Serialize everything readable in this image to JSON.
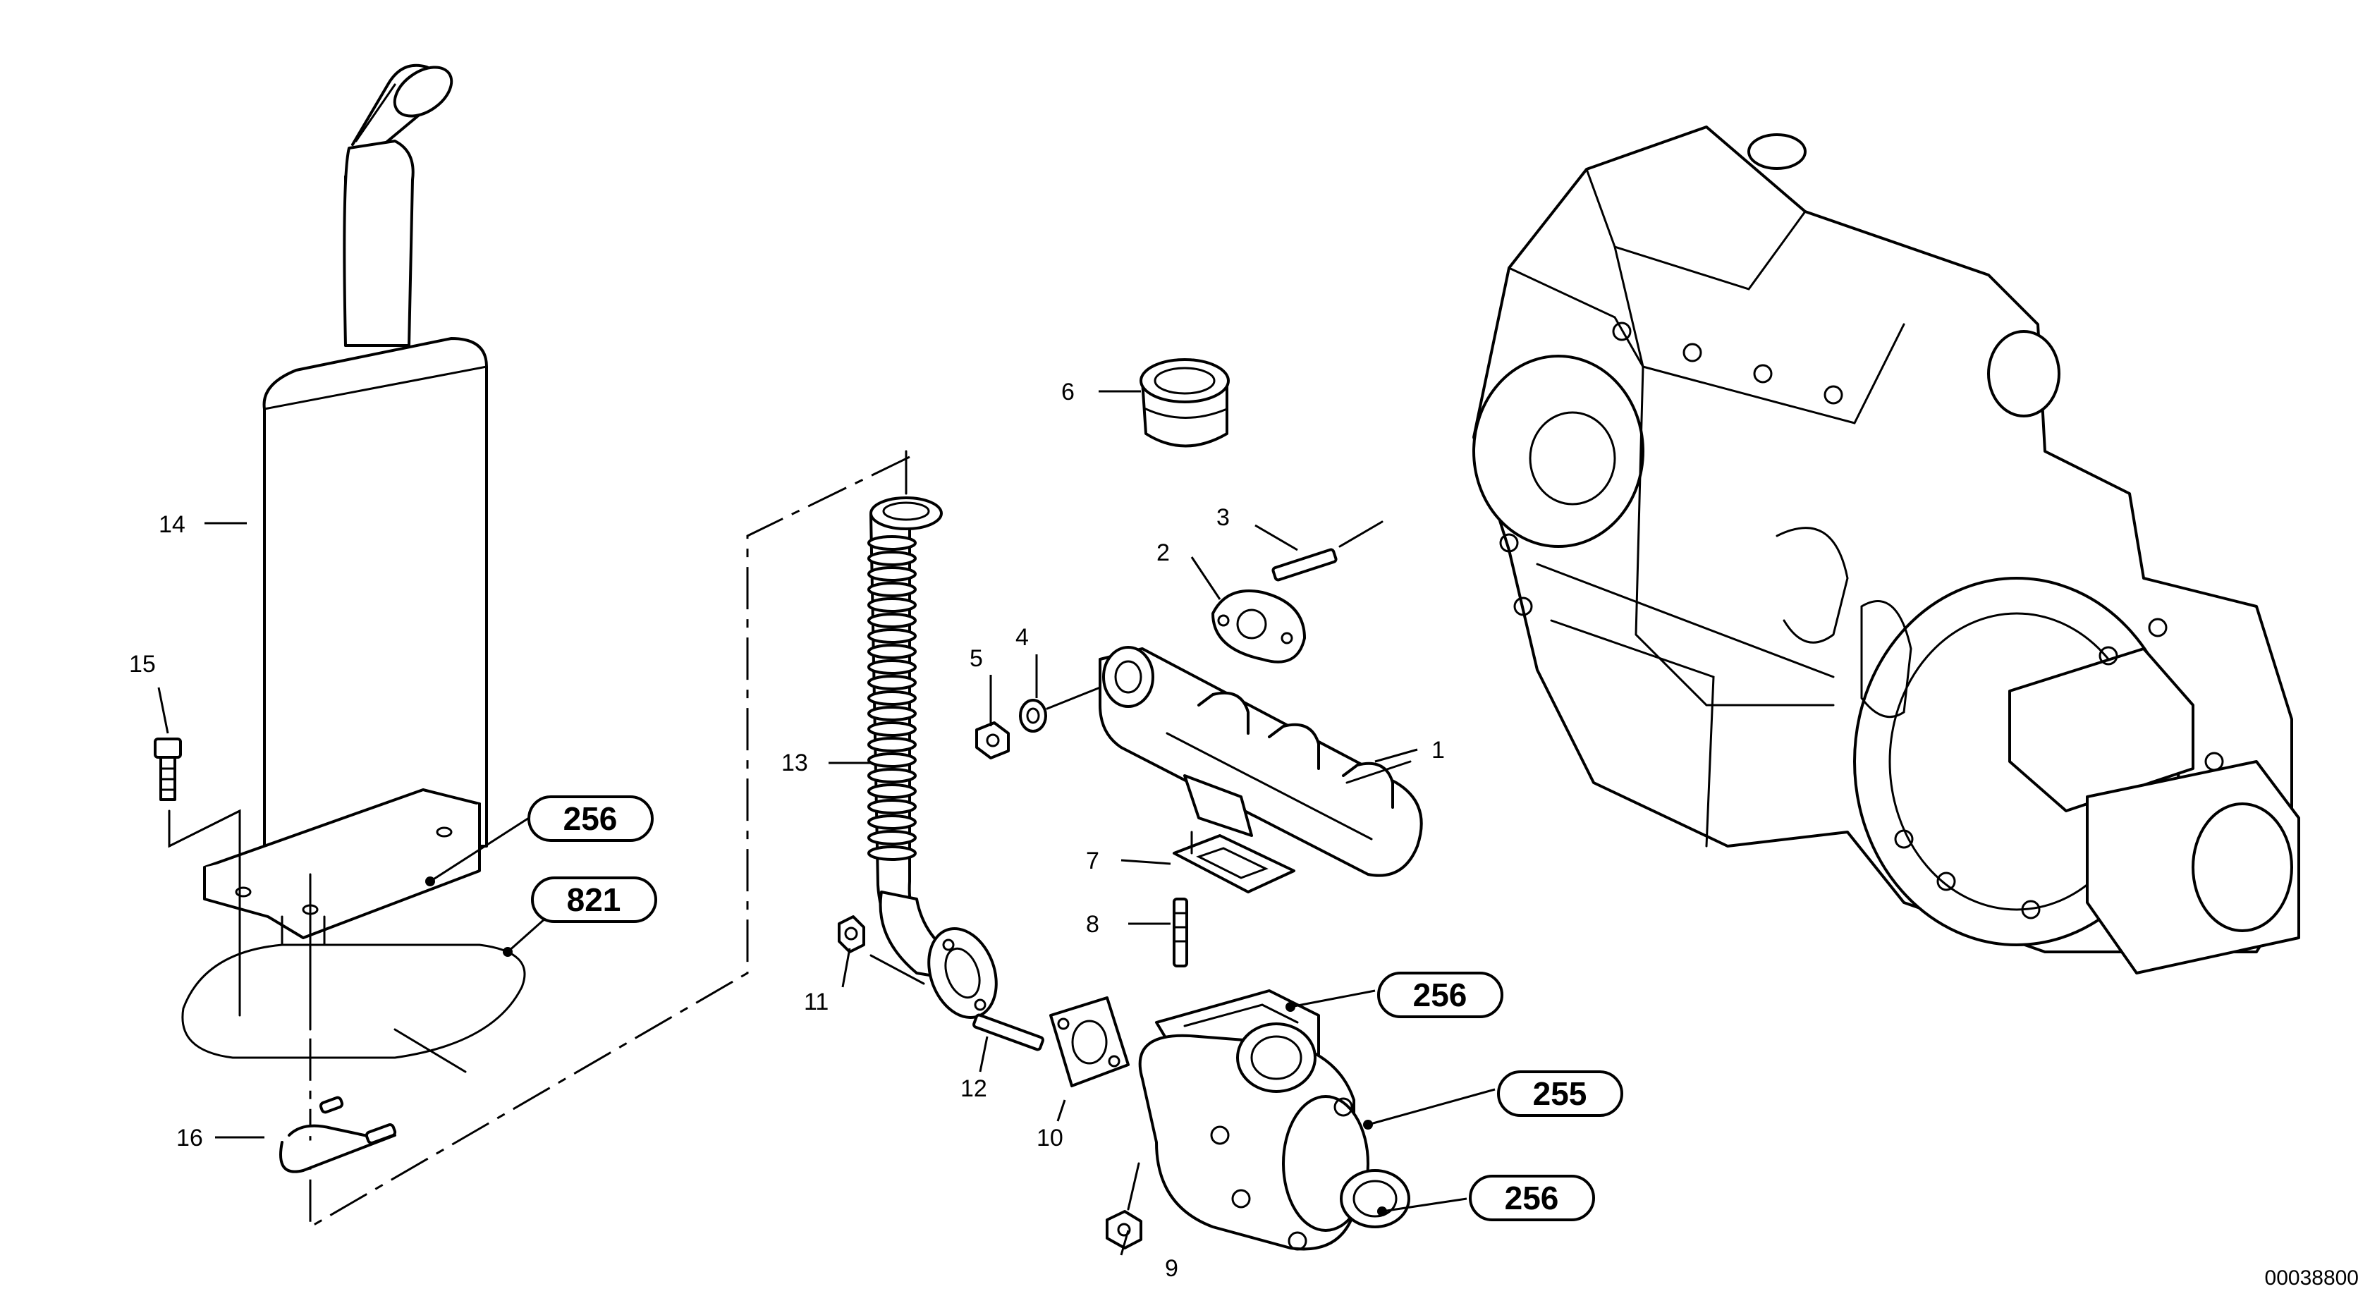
{
  "drawing": {
    "code": "00038800",
    "parts": [
      {
        "number": "1"
      },
      {
        "number": "2"
      },
      {
        "number": "3"
      },
      {
        "number": "4"
      },
      {
        "number": "5"
      },
      {
        "number": "6"
      },
      {
        "number": "7"
      },
      {
        "number": "8"
      },
      {
        "number": "9"
      },
      {
        "number": "10"
      },
      {
        "number": "11"
      },
      {
        "number": "12"
      },
      {
        "number": "13"
      },
      {
        "number": "14"
      },
      {
        "number": "15"
      },
      {
        "number": "16"
      }
    ],
    "references": [
      {
        "label": "256"
      },
      {
        "label": "821"
      },
      {
        "label": "256"
      },
      {
        "label": "255"
      },
      {
        "label": "256"
      }
    ]
  }
}
